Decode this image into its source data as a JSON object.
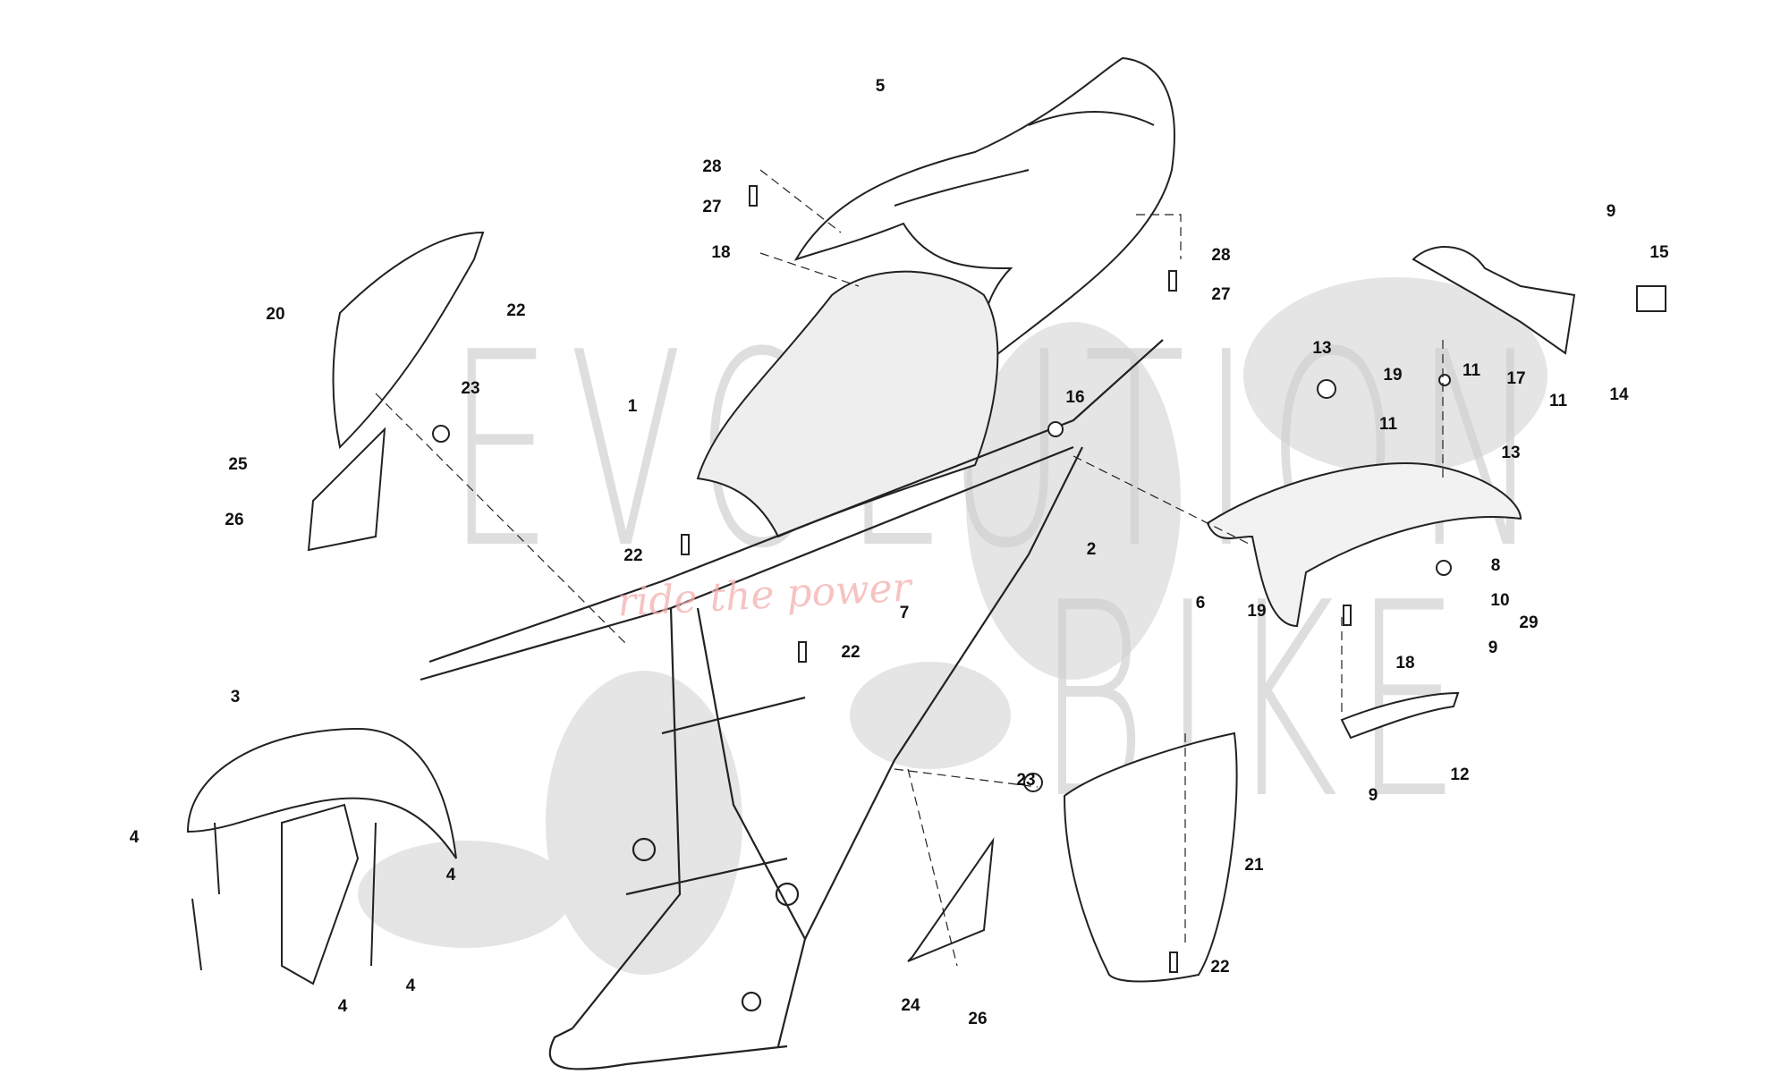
{
  "watermark": {
    "brand_line1": "EVOLUTION",
    "brand_line2": "BIKE",
    "tagline": "ride the power"
  },
  "callouts": [
    "5",
    "28",
    "27",
    "18",
    "28",
    "27",
    "22",
    "20",
    "23",
    "1",
    "16",
    "25",
    "26",
    "22",
    "2",
    "13",
    "11",
    "19",
    "11",
    "17",
    "11",
    "14",
    "15",
    "9",
    "13",
    "8",
    "10",
    "29",
    "9",
    "18",
    "6",
    "19",
    "7",
    "22",
    "3",
    "4",
    "4",
    "4",
    "4",
    "12",
    "9",
    "23",
    "21",
    "22",
    "24",
    "26"
  ]
}
